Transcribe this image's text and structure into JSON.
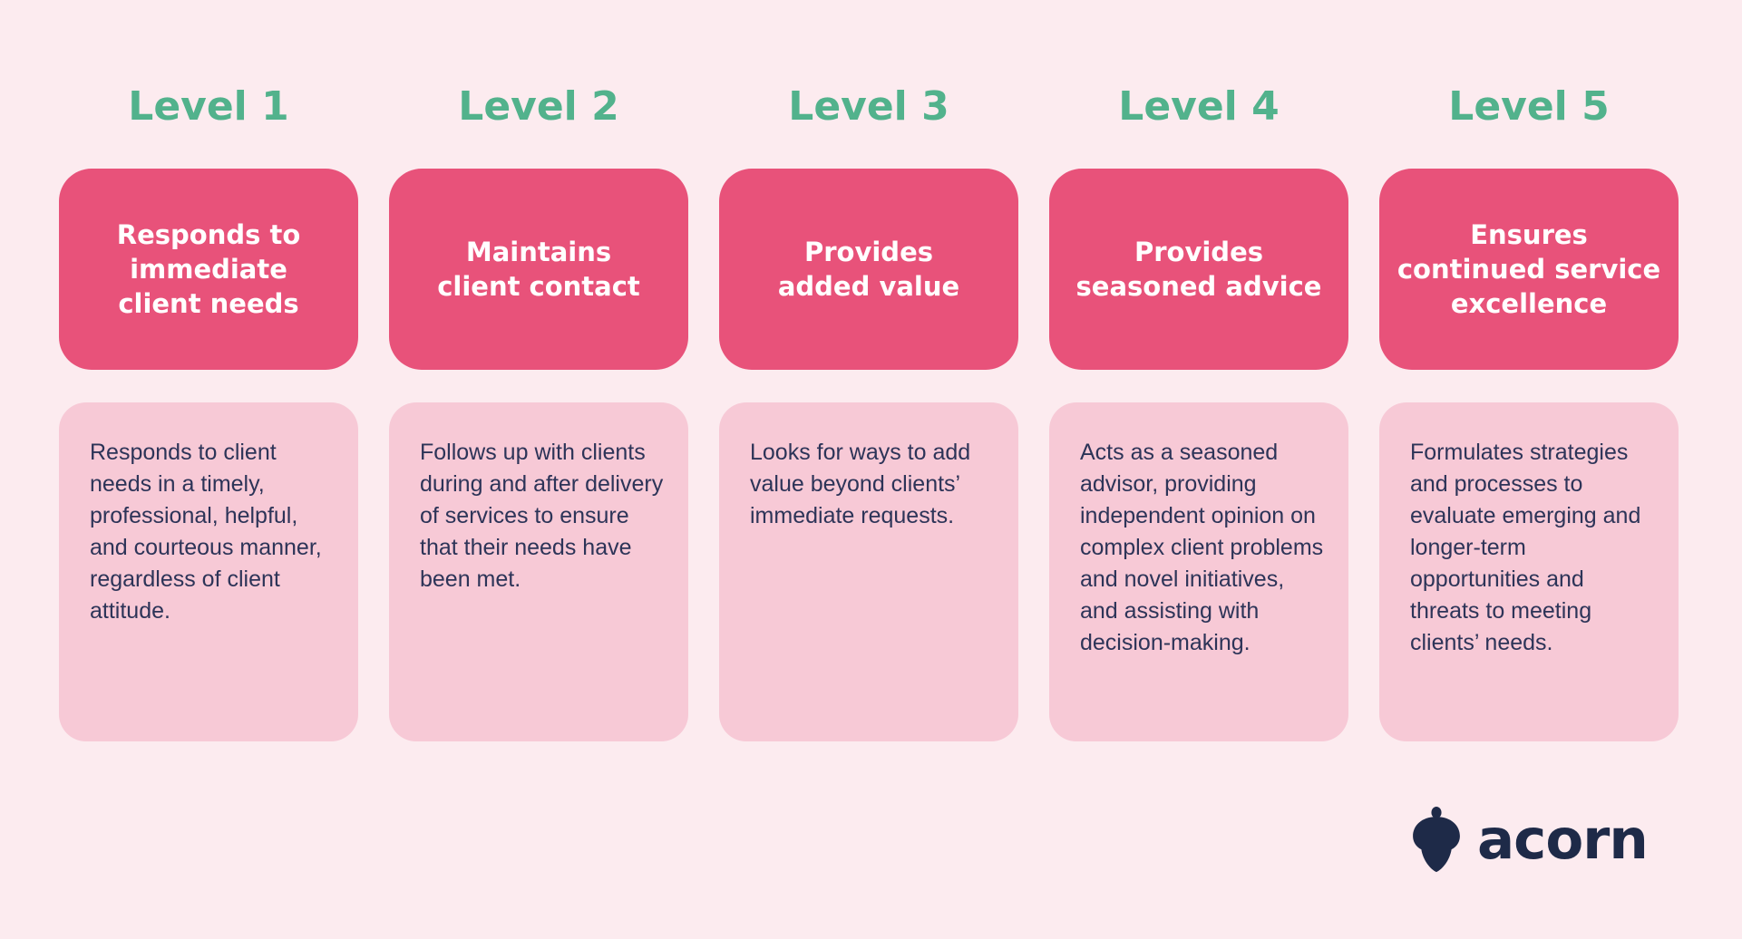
{
  "infographic": {
    "columns": [
      {
        "header": "Level 1",
        "title": "Responds to\nimmediate\nclient needs",
        "body": "Responds to client needs in a timely, professional, helpful, and courteous manner, regardless of client attitude."
      },
      {
        "header": "Level 2",
        "title": "Maintains\nclient contact",
        "body": "Follows up with clients during and after delivery of services to ensure that their needs have been met."
      },
      {
        "header": "Level 3",
        "title": "Provides\nadded value",
        "body": "Looks for ways to add value beyond clients’ immediate requests."
      },
      {
        "header": "Level 4",
        "title": "Provides\nseasoned advice",
        "body": "Acts as a seasoned advisor, providing independent opinion on complex client problems and novel initiatives, and assisting with decision-making."
      },
      {
        "header": "Level 5",
        "title": "Ensures\ncontinued service\nexcellence",
        "body": "Formulates strategies and processes to evaluate emerging and longer-term opportunities and threats to meeting clients’ needs."
      }
    ],
    "logo": {
      "text": "acorn",
      "icon": "acorn-icon"
    },
    "colors": {
      "background": "#fcebef",
      "level_header": "#52b28c",
      "title_card": "#e8527a",
      "title_text": "#ffffff",
      "body_card": "#f7c9d6",
      "body_text": "#2d3458",
      "logo": "#1e2a48"
    }
  }
}
